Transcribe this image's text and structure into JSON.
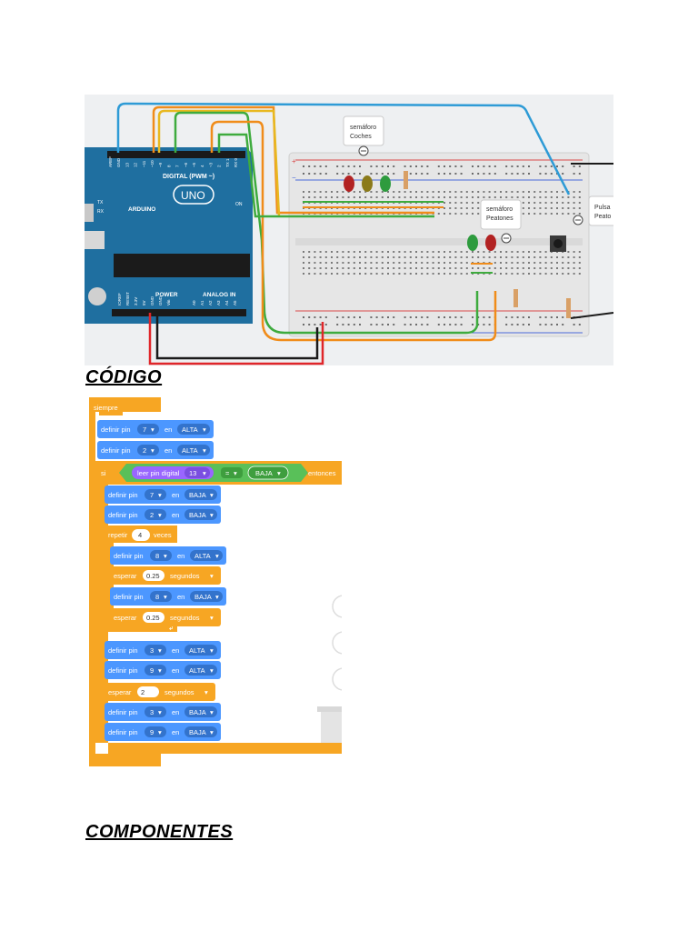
{
  "circuit": {
    "board_name": "ARDUINO",
    "board_model": "UNO",
    "digital_header": "DIGITAL (PWM ~)",
    "pin_labels_top": [
      "AREF",
      "GND",
      "13",
      "12",
      "~11",
      "~10",
      "~9",
      "8",
      "7",
      "~6",
      "~5",
      "4",
      "~3",
      "2",
      "TX 1",
      "RX 0"
    ],
    "tx_label": "TX",
    "rx_label": "RX",
    "on_label": "ON",
    "power_label": "POWER",
    "analog_label": "ANALOG IN",
    "power_pins": [
      "IOREF",
      "RESET",
      "3.3V",
      "5V",
      "GND",
      "GND",
      "Vin"
    ],
    "analog_pins": [
      "A0",
      "A1",
      "A2",
      "A3",
      "A4",
      "A5"
    ],
    "callout_coches": [
      "semáforo",
      "Coches"
    ],
    "callout_peatones": [
      "semáforo",
      "Peatones"
    ],
    "callout_pulsador": [
      "Pulsa",
      "Peato"
    ],
    "breadboard_plus": "+",
    "breadboard_minus": "−",
    "colors": {
      "board": "#1f6fa0",
      "wire_blue": "#2e9bd6",
      "wire_orange": "#f08c1a",
      "wire_green": "#3eab3e",
      "wire_red": "#e0262a",
      "wire_yellow": "#e8b820"
    }
  },
  "headings": {
    "codigo": "CÓDIGO",
    "componentes": "COMPONENTES"
  },
  "code": {
    "hat": "siempre",
    "set_pin_label": "definir pin",
    "en_label": "en",
    "si_label": "si",
    "then_label": "entonces",
    "read_label": "leer pin digital",
    "read_pin": "13",
    "eq_op": "=",
    "low": "BAJA",
    "high": "ALTA",
    "repeat_label": "repetir",
    "repeat_count": "4",
    "times_label": "veces",
    "wait_label": "esperar",
    "seconds_label": "segundos",
    "wait_short": "0.25",
    "wait_long": "2",
    "statements": [
      {
        "pin": "7",
        "state": "ALTA"
      },
      {
        "pin": "2",
        "state": "ALTA"
      },
      {
        "pin": "7",
        "state": "BAJA"
      },
      {
        "pin": "2",
        "state": "BAJA"
      },
      {
        "pin": "8",
        "state": "ALTA"
      },
      {
        "pin": "8",
        "state": "BAJA"
      },
      {
        "pin": "3",
        "state": "ALTA"
      },
      {
        "pin": "9",
        "state": "ALTA"
      },
      {
        "pin": "3",
        "state": "BAJA"
      },
      {
        "pin": "9",
        "state": "BAJA"
      }
    ],
    "colors": {
      "control": "#f7a623",
      "output": "#4c97ff",
      "input": "#9966ff",
      "math": "#59c059"
    }
  }
}
